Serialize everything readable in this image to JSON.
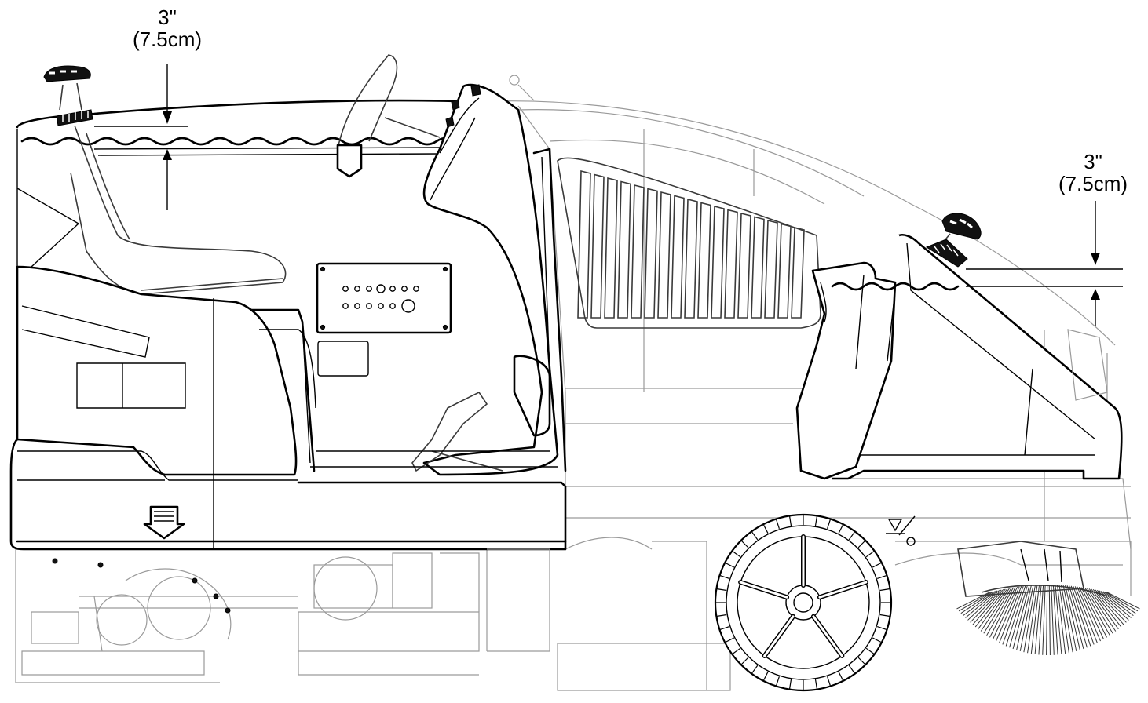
{
  "diagram": {
    "subject": "ride-on sweeper side view with fill level markings",
    "labels": {
      "left_dimension_value": "3\"",
      "left_dimension_metric": "(7.5cm)",
      "right_dimension_value": "3\"",
      "right_dimension_metric": "(7.5cm)"
    },
    "colors": {
      "primary_line": "#000000",
      "ghost_line": "#9a9a9a",
      "background": "#ffffff"
    },
    "icons": {
      "left_fill_cap": "fill-cap-icon",
      "right_fill_cap": "fill-cap-icon",
      "drain_symbol": "drain-arrow-icon",
      "warning_symbol": "warning-triangle-icon"
    }
  }
}
